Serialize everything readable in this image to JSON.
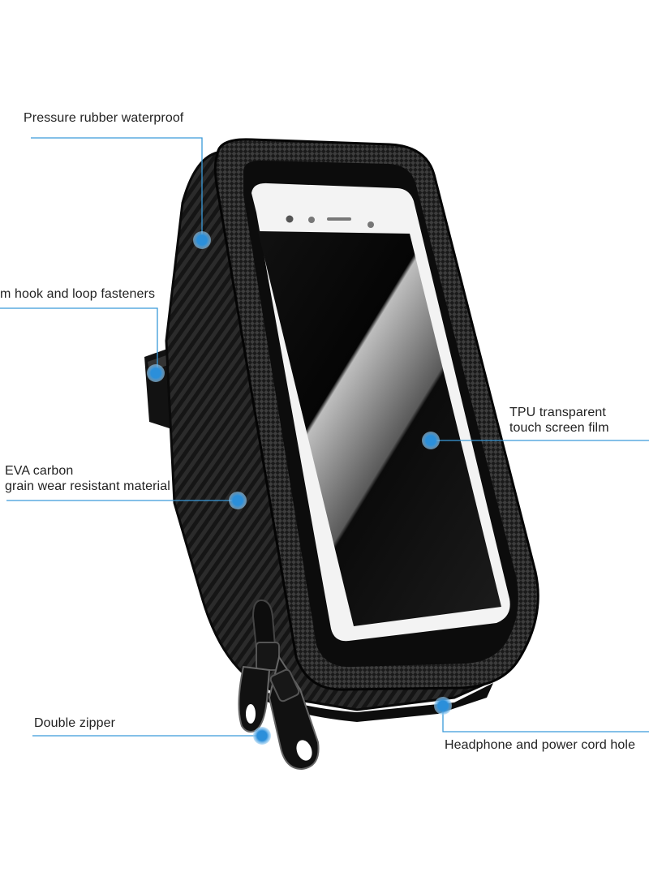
{
  "callouts": {
    "pressure_rubber": {
      "text": "Pressure rubber waterproof"
    },
    "hook_loop": {
      "text": "m hook and loop fasteners"
    },
    "eva_carbon": {
      "line1": "EVA carbon",
      "line2": "grain wear resistant material"
    },
    "double_zipper": {
      "text": "Double zipper"
    },
    "tpu_film": {
      "line1": "TPU transparent",
      "line2": "touch screen film"
    },
    "headphone_hole": {
      "text": "Headphone and power cord hole"
    }
  },
  "colors": {
    "callout_line": "#3a9ad9",
    "callout_dot": "#1f86d0",
    "bag_body": "#161616",
    "carbon_texture": "#2a2a2a",
    "screen_frame": "#f3f3f3"
  }
}
